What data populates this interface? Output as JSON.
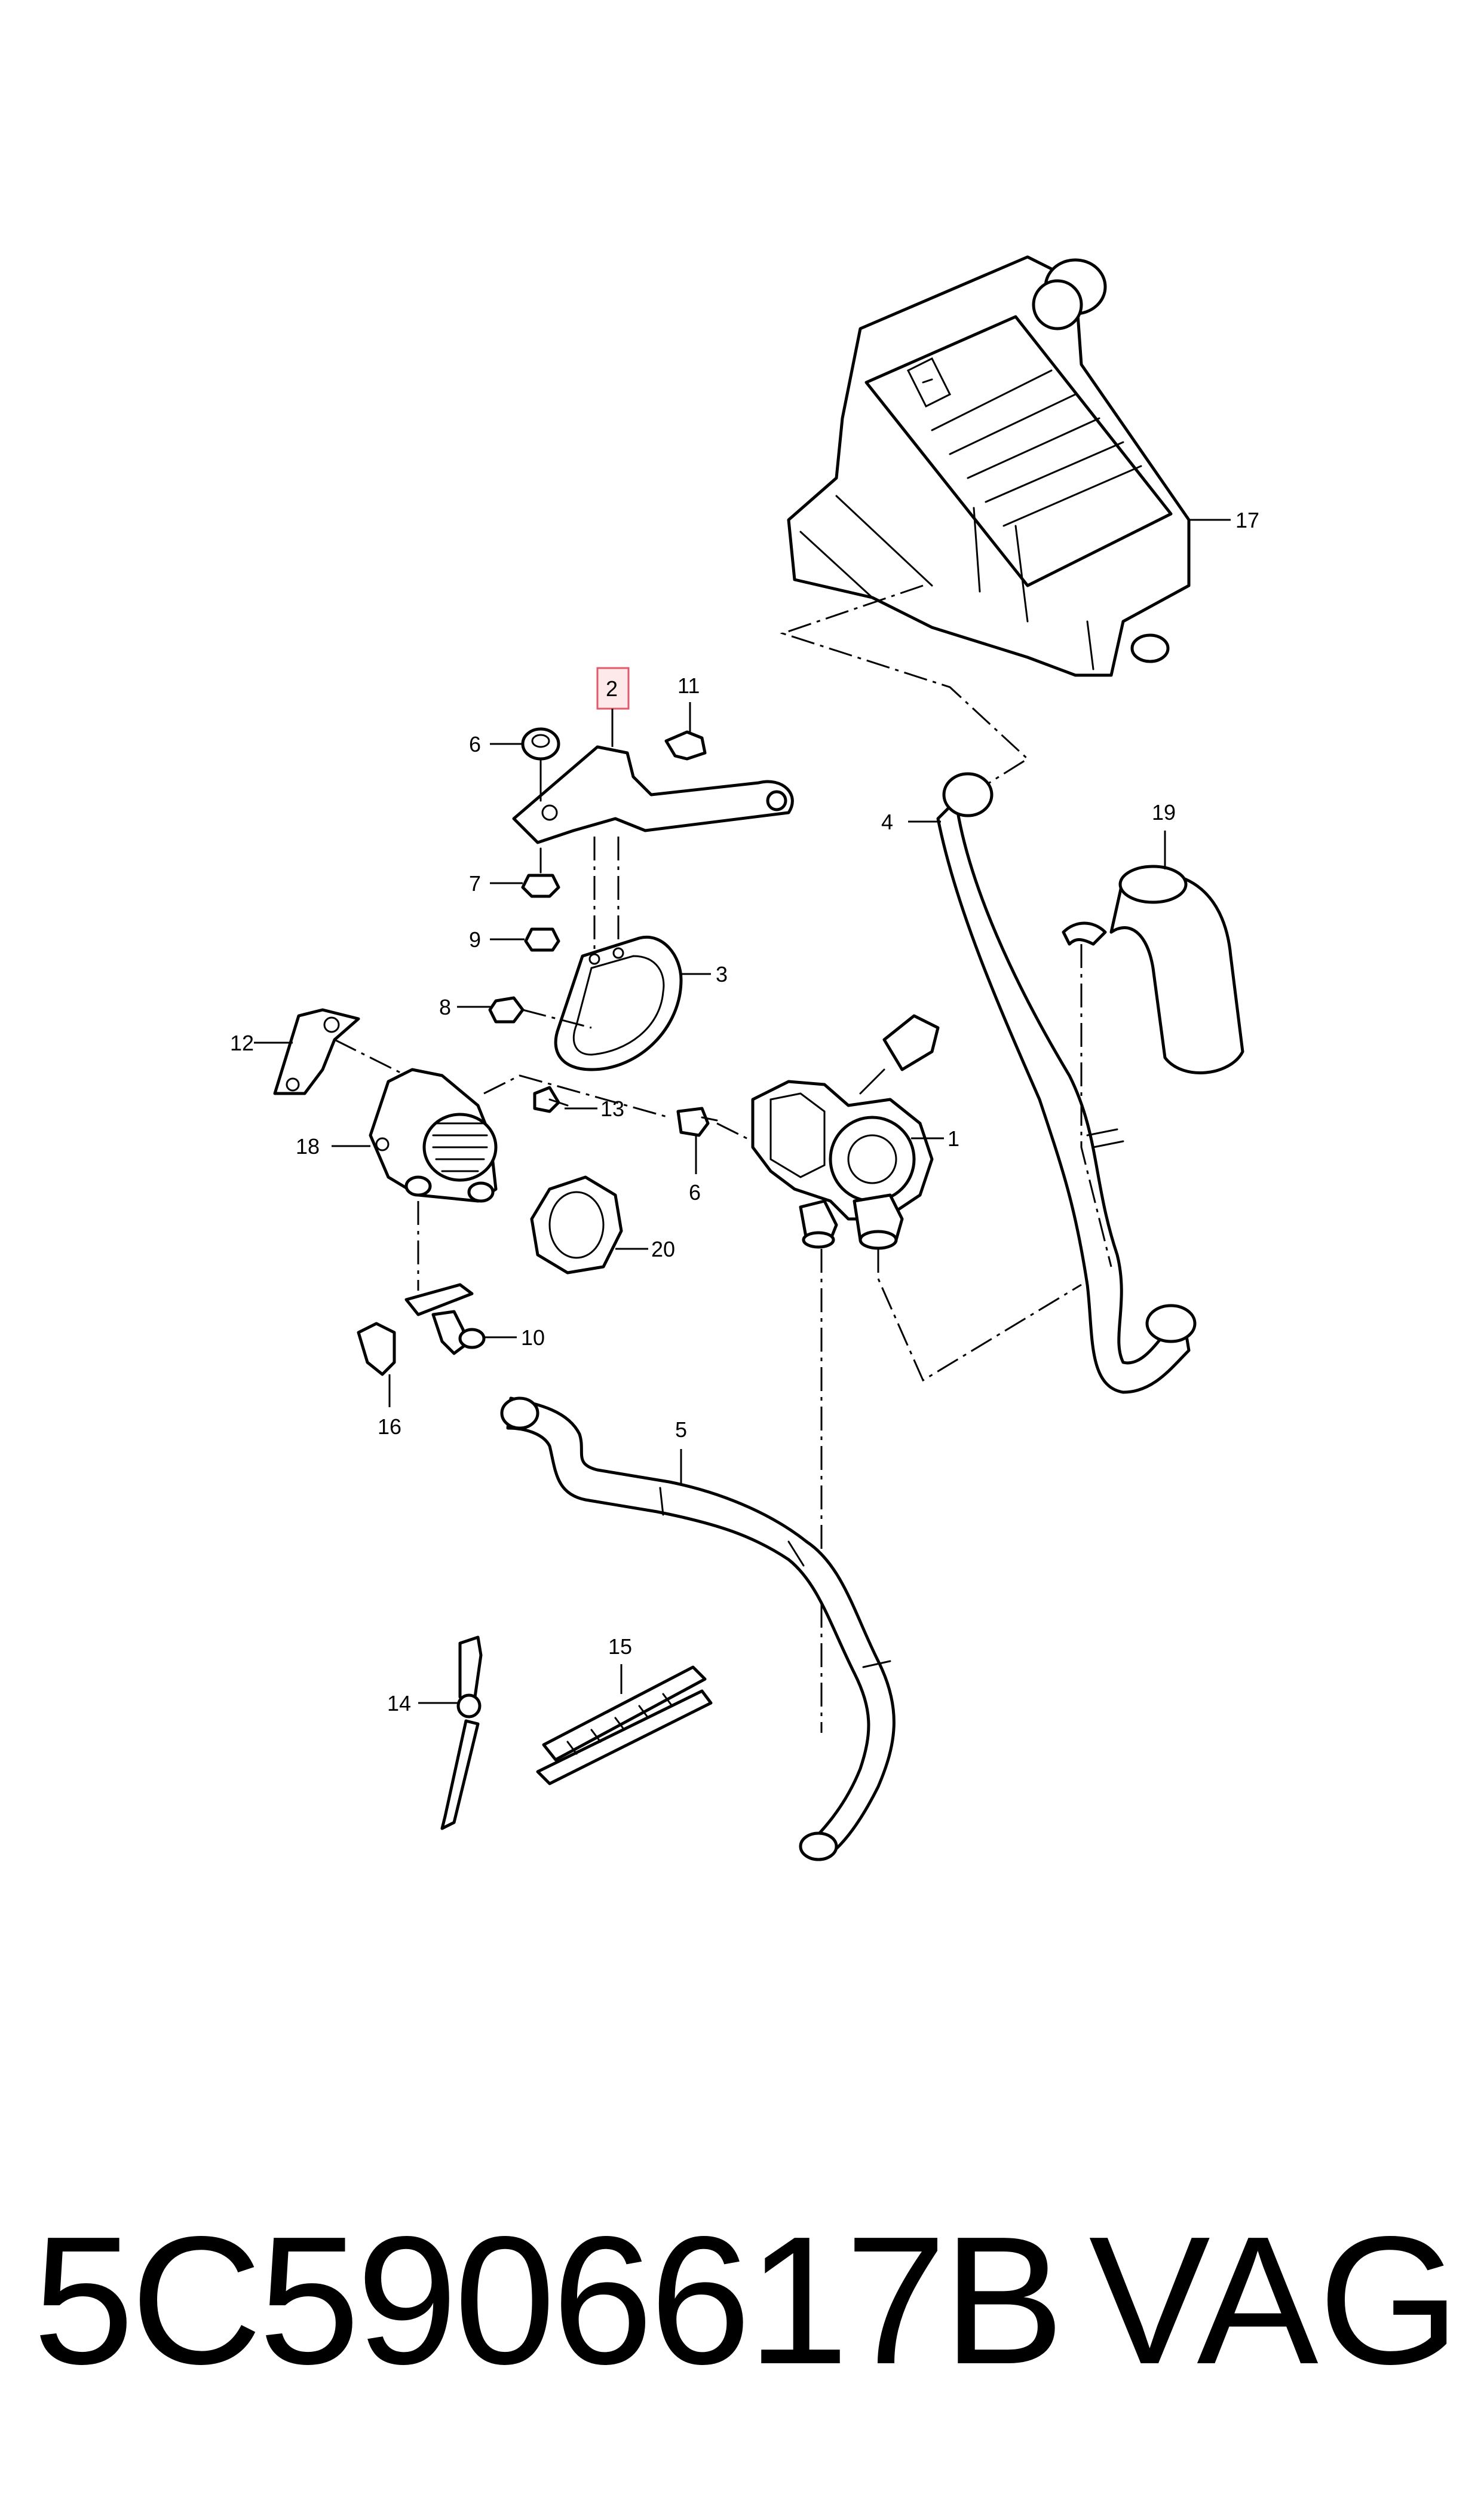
{
  "callouts": {
    "c1": "1",
    "c2": "2",
    "c3": "3",
    "c4": "4",
    "c5": "5",
    "c6a": "6",
    "c6b": "6",
    "c7": "7",
    "c8": "8",
    "c9": "9",
    "c10": "10",
    "c11": "11",
    "c12": "12",
    "c13": "13",
    "c14": "14",
    "c15": "15",
    "c16": "16",
    "c17": "17",
    "c18": "18",
    "c19": "19",
    "c20": "20"
  },
  "highlighted_callout": "2",
  "colors": {
    "highlight_fill": "#fde8ea",
    "highlight_stroke": "#e05a6a",
    "line": "#000000"
  },
  "footer": {
    "part_number": "5C5906617B",
    "brand": "VAG"
  }
}
